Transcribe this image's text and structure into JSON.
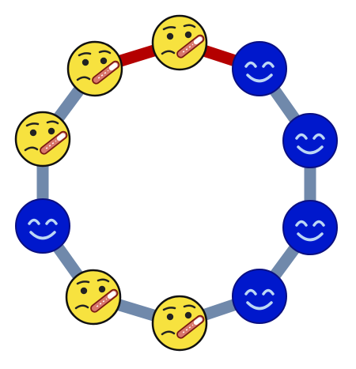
{
  "colors": {
    "background": "#ffffff",
    "edge_default": "#7089ab",
    "edge_infected": "#b40000",
    "healthy_fill": "#0018cc",
    "healthy_outline": "#0a0f82",
    "healthy_face": "#bcd7f5",
    "sick_fill": "#f7e23f",
    "sick_outline": "#111111",
    "thermometer_body": "#d9776c",
    "thermometer_outline": "#7a1a12"
  },
  "nodes": [
    {
      "id": "n1",
      "state": "sick",
      "icon": "sick-face-thermometer-icon"
    },
    {
      "id": "n2",
      "state": "healthy",
      "icon": "smiling-face-icon"
    },
    {
      "id": "n3",
      "state": "healthy",
      "icon": "smiling-face-icon"
    },
    {
      "id": "n4",
      "state": "healthy",
      "icon": "smiling-face-icon"
    },
    {
      "id": "n5",
      "state": "healthy",
      "icon": "smiling-face-icon"
    },
    {
      "id": "n6",
      "state": "sick",
      "icon": "sick-face-thermometer-icon"
    },
    {
      "id": "n7",
      "state": "sick",
      "icon": "sick-face-thermometer-icon"
    },
    {
      "id": "n8",
      "state": "healthy",
      "icon": "smiling-face-icon"
    },
    {
      "id": "n9",
      "state": "sick",
      "icon": "sick-face-thermometer-icon"
    },
    {
      "id": "n10",
      "state": "sick",
      "icon": "sick-face-thermometer-icon"
    }
  ],
  "edges": [
    {
      "from": "n1",
      "to": "n2",
      "type": "infected"
    },
    {
      "from": "n2",
      "to": "n3",
      "type": "default"
    },
    {
      "from": "n3",
      "to": "n4",
      "type": "default"
    },
    {
      "from": "n4",
      "to": "n5",
      "type": "default"
    },
    {
      "from": "n5",
      "to": "n6",
      "type": "default"
    },
    {
      "from": "n6",
      "to": "n7",
      "type": "default"
    },
    {
      "from": "n7",
      "to": "n8",
      "type": "default"
    },
    {
      "from": "n8",
      "to": "n9",
      "type": "default"
    },
    {
      "from": "n9",
      "to": "n10",
      "type": "default"
    },
    {
      "from": "n10",
      "to": "n1",
      "type": "infected"
    }
  ]
}
